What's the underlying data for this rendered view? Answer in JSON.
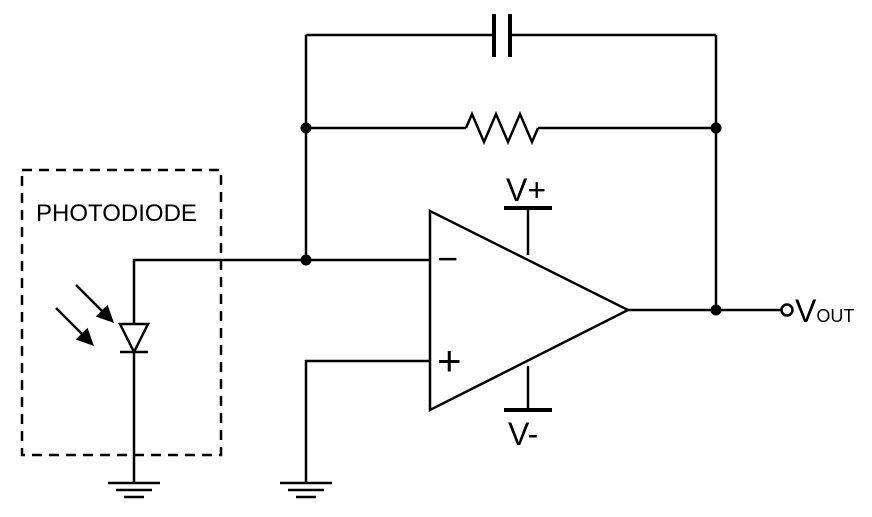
{
  "labels": {
    "photodiode": "PHOTODIODE",
    "v_plus": "V+",
    "v_minus": "V-",
    "v_out_main": "V",
    "v_out_sub": "OUT",
    "inverting_sign": "−",
    "noninverting_sign": "+"
  },
  "colors": {
    "stroke": "#000000",
    "background": "#ffffff"
  }
}
